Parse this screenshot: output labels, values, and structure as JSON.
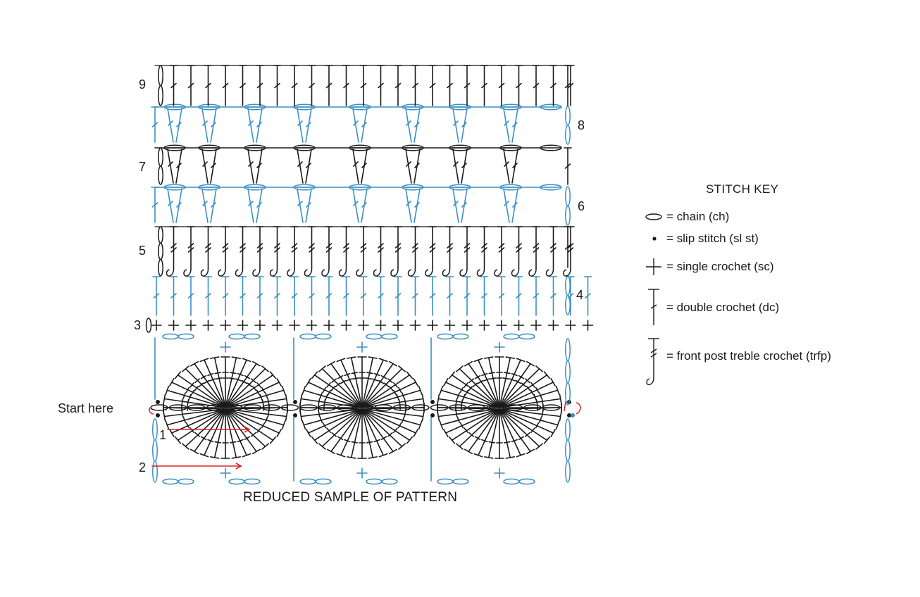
{
  "row_labels": [
    "1",
    "2",
    "3",
    "4",
    "5",
    "6",
    "7",
    "8",
    "9"
  ],
  "start_label": "Start here",
  "caption": "REDUCED SAMPLE OF PATTERN",
  "key": {
    "title": "STITCH KEY",
    "items": [
      {
        "icon": "chain-icon",
        "text": "= chain (ch)"
      },
      {
        "icon": "slip-stitch-icon",
        "text": "= slip stitch (sl st)"
      },
      {
        "icon": "single-crochet-icon",
        "text": "= single crochet (sc)"
      },
      {
        "icon": "double-crochet-icon",
        "text": "= double crochet (dc)"
      },
      {
        "icon": "front-post-treble-icon",
        "text": "= front post treble crochet (trfp)"
      }
    ]
  },
  "colors": {
    "blue": "#3a8fc4",
    "black": "#1a1a1a",
    "red": "#e02020"
  }
}
